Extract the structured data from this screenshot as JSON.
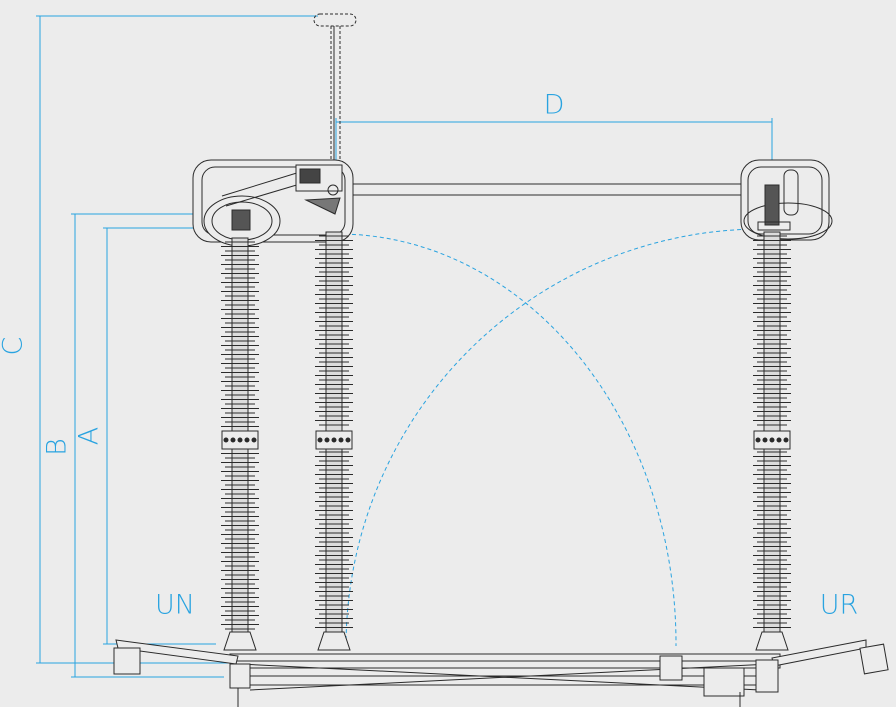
{
  "diagram": {
    "labels": {
      "a": "A",
      "b": "B",
      "c": "C",
      "d": "D",
      "un": "UN",
      "ur": "UR"
    },
    "colors": {
      "background": "#ececec",
      "dimension": "#29a3e0",
      "line": "#2b2b2b",
      "insulator_fill": "#dcdcdc"
    },
    "insulator_count": 3,
    "dimension_count": 4
  }
}
